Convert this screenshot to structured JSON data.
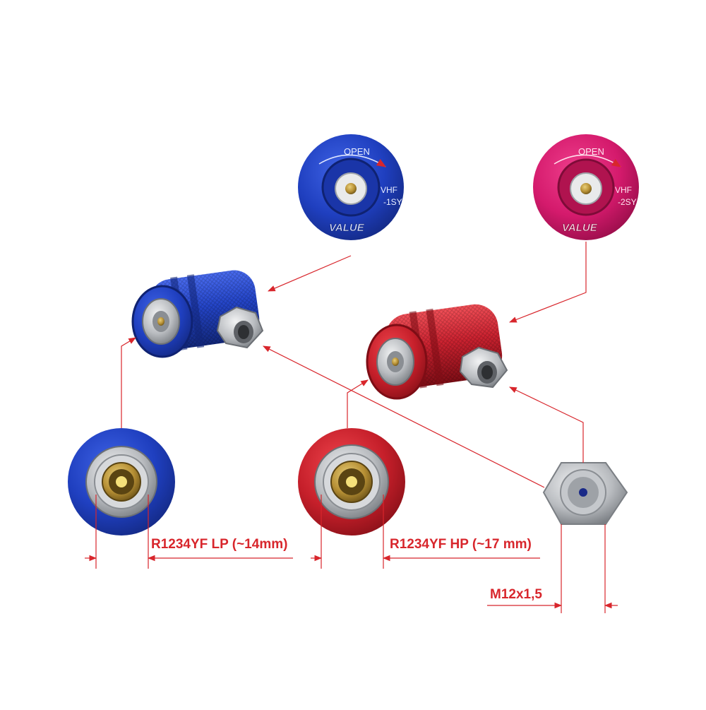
{
  "colors": {
    "annotation": "#d8262c",
    "blue": "#1f3fbf",
    "red": "#c51f2a",
    "magenta": "#d41a6c",
    "brass": "#c9a23a",
    "steel": "#b9bcc0"
  },
  "blue_cap": {
    "open_text": "OPEN",
    "model_line1": "VHF",
    "model_line2": "-1SY",
    "brand": "VALUE"
  },
  "magenta_cap": {
    "open_text": "OPEN",
    "model_line1": "VHF",
    "model_line2": "-2SY",
    "brand": "VALUE"
  },
  "labels": {
    "lp": "R1234YF LP (~14mm)",
    "hp": "R1234YF HP (~17 mm)",
    "thread": "M12x1,5"
  }
}
